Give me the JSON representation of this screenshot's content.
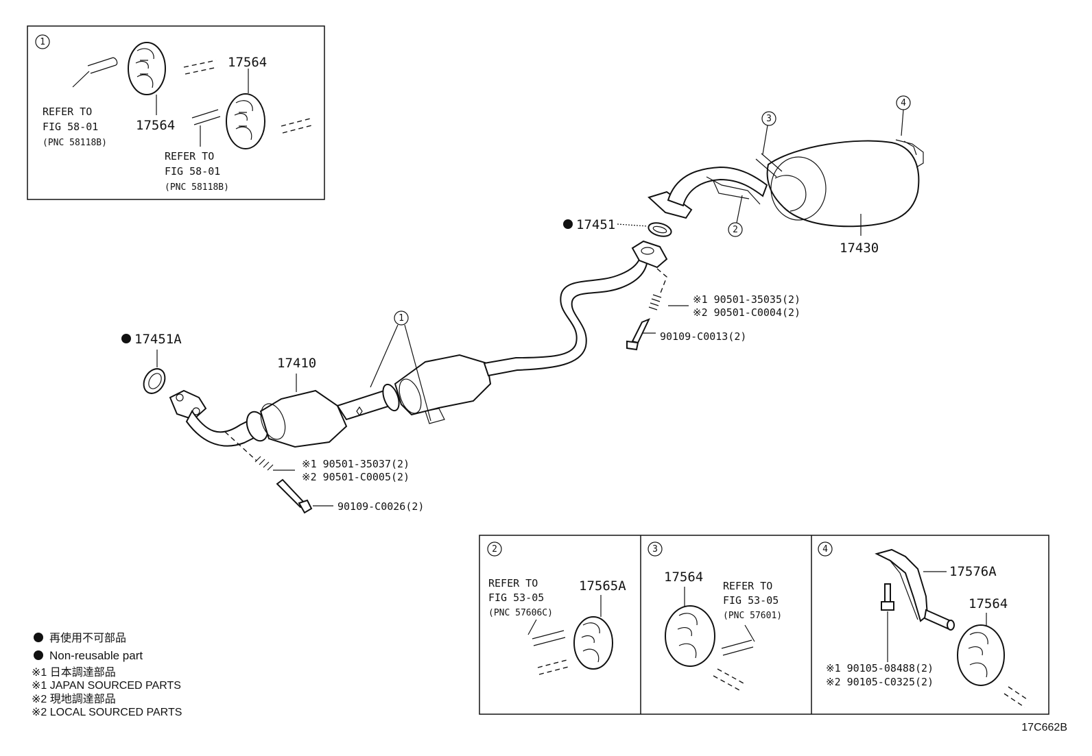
{
  "parts": {
    "p17564_top": "17564",
    "p17564_mid": "17564",
    "p17451": "17451",
    "p17430": "17430",
    "p17451a": "17451A",
    "p17410": "17410",
    "p17565a": "17565A",
    "p17564_b3": "17564",
    "p17576a": "17576A",
    "p17564_b4": "17564"
  },
  "callouts": [
    "1",
    "2",
    "3",
    "4"
  ],
  "refs": {
    "r1_l1": "REFER TO",
    "r1_l2": "FIG 58-01",
    "r1_l3": "(PNC 58118B)",
    "r2_l1": "REFER TO",
    "r2_l2": "FIG 58-01",
    "r2_l3": "(PNC 58118B)",
    "r3_l1": "REFER TO",
    "r3_l2": "FIG 53-05",
    "r3_l3": "(PNC 57606C)",
    "r4_l1": "REFER TO",
    "r4_l2": "FIG 53-05",
    "r4_l3": "(PNC 57601)"
  },
  "fasteners": {
    "f1a": "※1 90501-35035(2)",
    "f1b": "※2 90501-C0004(2)",
    "f2": "90109-C0013(2)",
    "f3a": "※1 90501-35037(2)",
    "f3b": "※2 90501-C0005(2)",
    "f4": "90109-C0026(2)",
    "f5a": "※1 90105-08488(2)",
    "f5b": "※2 90105-C0325(2)"
  },
  "legend": {
    "l1": "再使用不可部品",
    "l2": "Non-reusable part",
    "l3": "※1  日本調達部品",
    "l4": "※1  JAPAN SOURCED PARTS",
    "l5": "※2  現地調達部品",
    "l6": "※2  LOCAL SOURCED PARTS"
  },
  "figure_id": "17C662B"
}
